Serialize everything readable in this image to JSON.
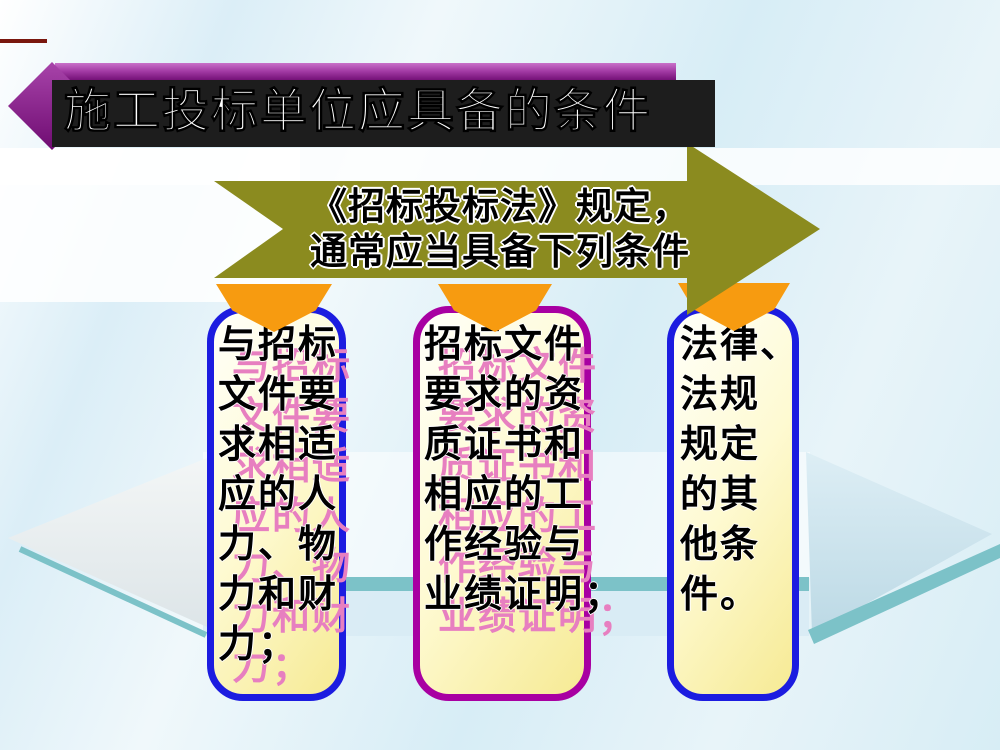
{
  "slide_title": "施工投标单位应具备的条件",
  "arrow_callout": {
    "line1": "《招标投标法》规定，",
    "line2": "通常应当具备下列条件"
  },
  "pills": [
    {
      "lines": [
        "与招标",
        "文件要",
        "求相适",
        "应的人",
        "力、物",
        "力和财",
        "力；"
      ],
      "full_text": "与招标文件要求相适应的人力、物力和财力；",
      "border_color": "#1C1CE0",
      "has_pink_echo": true
    },
    {
      "lines": [
        "招标文件",
        "要求的资",
        "质证书和",
        "相应的工",
        "作经验与",
        "业绩证明；"
      ],
      "full_text": "招标文件要求的资质证书和相应的工作经验与业绩证明；",
      "border_color": "#A800A2",
      "has_pink_echo": true
    },
    {
      "lines": [
        "法律、",
        "法规",
        "规定",
        "的其",
        "他条",
        "件。"
      ],
      "full_text": "法律、法规规定的其他条件。",
      "border_color": "#1C1CE0",
      "has_pink_echo": false
    }
  ],
  "colors": {
    "banner_background": "#1D1D1D",
    "banner_title_text": "#FFFFFF",
    "accent_purple": "#8E2090",
    "arrow_olive": "#8B8B1F",
    "connector_orange": "#F79B10",
    "pill_border_blue": "#1C1CE0",
    "pill_border_magenta": "#A800A2",
    "pill_fill_yellow": "#FDF6B5",
    "echo_text_pink": "#E77FC0",
    "ribbon_teal": "#7CC2C8",
    "corner_mark_red": "#7A170E"
  }
}
